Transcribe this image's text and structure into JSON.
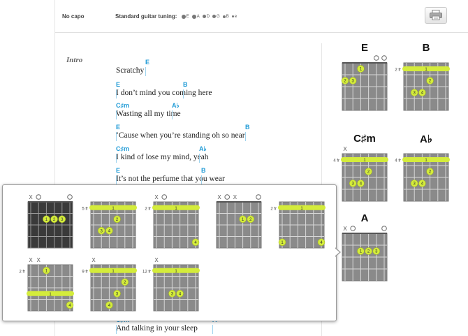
{
  "header": {
    "capo": "No capo",
    "tuning_label": "Standard guitar tuning:",
    "tuning_notes": [
      "E",
      "A",
      "D",
      "G",
      "B",
      "e"
    ]
  },
  "song": {
    "section": "Intro",
    "lines": [
      {
        "text": "Scratchy",
        "chords": [
          {
            "name": "E",
            "offset": 42
          }
        ]
      },
      {
        "text": "I don’t mind you coming here",
        "chords": [
          {
            "name": "E",
            "offset": 0
          },
          {
            "name": "B",
            "offset": 96
          }
        ]
      },
      {
        "text": "Wasting all my time",
        "chords": [
          {
            "name": "C♯m",
            "offset": 0
          },
          {
            "name": "A♭",
            "offset": 80
          }
        ]
      },
      {
        "text": "‘Cause when you’re standing oh so   near",
        "chords": [
          {
            "name": "E",
            "offset": 0
          },
          {
            "name": "B",
            "offset": 185
          }
        ]
      },
      {
        "text": "I kind of lose my mind, yeah",
        "chords": [
          {
            "name": "C♯m",
            "offset": 0
          },
          {
            "name": "A♭",
            "offset": 119
          }
        ]
      },
      {
        "text": "It’s not the perfume that you wear",
        "chords": [
          {
            "name": "E",
            "offset": 0
          },
          {
            "name": "B",
            "offset": 122
          }
        ]
      },
      {
        "text": "And talking in your sleep",
        "chords": [
          {
            "name": "C♯m",
            "offset": 0
          },
          {
            "name": "A",
            "offset": 138
          }
        ]
      }
    ]
  },
  "sidebar_chords": [
    {
      "name": "E",
      "base_fret": "",
      "markers": [
        "",
        "",
        "",
        "",
        "O",
        "O"
      ],
      "dots": [
        {
          "string": 2,
          "fret": 1,
          "finger": "1"
        },
        {
          "string": 0,
          "fret": 2,
          "finger": "2"
        },
        {
          "string": 1,
          "fret": 2,
          "finger": "3"
        }
      ],
      "barre": null
    },
    {
      "name": "B",
      "base_fret": "2 fr",
      "markers": [
        "",
        "",
        "",
        "",
        "",
        ""
      ],
      "dots": [
        {
          "string": 3,
          "fret": 2,
          "finger": "2"
        },
        {
          "string": 1,
          "fret": 3,
          "finger": "3"
        },
        {
          "string": 2,
          "fret": 3,
          "finger": "4"
        }
      ],
      "barre": {
        "fret": 1,
        "finger": "1"
      }
    },
    {
      "name": "C♯m",
      "base_fret": "4 fr",
      "markers": [
        "X",
        "",
        "",
        "",
        "",
        ""
      ],
      "dots": [
        {
          "string": 3,
          "fret": 2,
          "finger": "2"
        },
        {
          "string": 1,
          "fret": 3,
          "finger": "3"
        },
        {
          "string": 2,
          "fret": 3,
          "finger": "4"
        }
      ],
      "barre": {
        "fret": 1,
        "finger": "1"
      }
    },
    {
      "name": "A♭",
      "base_fret": "4 fr",
      "markers": [
        "",
        "",
        "",
        "",
        "",
        ""
      ],
      "dots": [
        {
          "string": 3,
          "fret": 2,
          "finger": "2"
        },
        {
          "string": 1,
          "fret": 3,
          "finger": "3"
        },
        {
          "string": 2,
          "fret": 3,
          "finger": "4"
        }
      ],
      "barre": {
        "fret": 1,
        "finger": "1"
      }
    },
    {
      "name": "A",
      "base_fret": "",
      "markers": [
        "X",
        "O",
        "",
        "",
        "",
        "O"
      ],
      "dots": [
        {
          "string": 2,
          "fret": 2,
          "finger": "1"
        },
        {
          "string": 3,
          "fret": 2,
          "finger": "2"
        },
        {
          "string": 4,
          "fret": 2,
          "finger": "3"
        }
      ],
      "barre": null
    }
  ],
  "popup_variations": [
    {
      "base_fret": "",
      "selected": true,
      "markers": [
        "X",
        "O",
        "",
        "",
        "",
        "O"
      ],
      "dots": [
        {
          "string": 2,
          "fret": 2,
          "finger": "1"
        },
        {
          "string": 3,
          "fret": 2,
          "finger": "2"
        },
        {
          "string": 4,
          "fret": 2,
          "finger": "3"
        }
      ],
      "barre": null
    },
    {
      "base_fret": "5 fr",
      "selected": false,
      "markers": [
        "",
        "",
        "",
        "",
        "",
        ""
      ],
      "dots": [
        {
          "string": 3,
          "fret": 2,
          "finger": "2"
        },
        {
          "string": 1,
          "fret": 3,
          "finger": "3"
        },
        {
          "string": 2,
          "fret": 3,
          "finger": "4"
        }
      ],
      "barre": {
        "fret": 1,
        "finger": "1"
      }
    },
    {
      "base_fret": "2 fr",
      "selected": false,
      "markers": [
        "X",
        "O",
        "",
        "",
        "",
        ""
      ],
      "dots": [
        {
          "string": 5,
          "fret": 4,
          "finger": "4"
        }
      ],
      "barre": {
        "fret": 1,
        "finger": "1"
      }
    },
    {
      "base_fret": "",
      "selected": false,
      "markers": [
        "X",
        "O",
        "X",
        "",
        "",
        "O"
      ],
      "dots": [
        {
          "string": 3,
          "fret": 2,
          "finger": "1"
        },
        {
          "string": 4,
          "fret": 2,
          "finger": "2"
        }
      ],
      "barre": null
    },
    {
      "base_fret": "2 fr",
      "selected": false,
      "markers": [
        "",
        "",
        "",
        "",
        "",
        ""
      ],
      "dots": [
        {
          "string": 0,
          "fret": 4,
          "finger": "1"
        },
        {
          "string": 5,
          "fret": 4,
          "finger": "4"
        }
      ],
      "barre": {
        "fret": 1,
        "finger": "1"
      }
    },
    {
      "base_fret": "2 fr",
      "selected": false,
      "markers": [
        "X",
        "X",
        "",
        "",
        "",
        ""
      ],
      "dots": [
        {
          "string": 2,
          "fret": 1,
          "finger": "1"
        },
        {
          "string": 5,
          "fret": 4,
          "finger": "4"
        }
      ],
      "barre": {
        "fret": 3,
        "finger": "1"
      }
    },
    {
      "base_fret": "9 fr",
      "selected": false,
      "markers": [
        "X",
        "",
        "",
        "",
        "",
        ""
      ],
      "dots": [
        {
          "string": 4,
          "fret": 2,
          "finger": "2"
        },
        {
          "string": 3,
          "fret": 3,
          "finger": "3"
        },
        {
          "string": 2,
          "fret": 4,
          "finger": "4"
        }
      ],
      "barre": {
        "fret": 1,
        "finger": "1"
      }
    },
    {
      "base_fret": "12 fr",
      "selected": false,
      "markers": [
        "X",
        "",
        "",
        "",
        "",
        ""
      ],
      "dots": [
        {
          "string": 2,
          "fret": 3,
          "finger": "3"
        },
        {
          "string": 3,
          "fret": 3,
          "finger": "4"
        }
      ],
      "barre": {
        "fret": 1,
        "finger": "1"
      }
    }
  ],
  "colors": {
    "chord_blue": "#1e9ad6",
    "finger_dot": "#d4ec3b",
    "grid_bg": "#8a8a8a",
    "grid_selected_bg": "#3a3a3a"
  }
}
